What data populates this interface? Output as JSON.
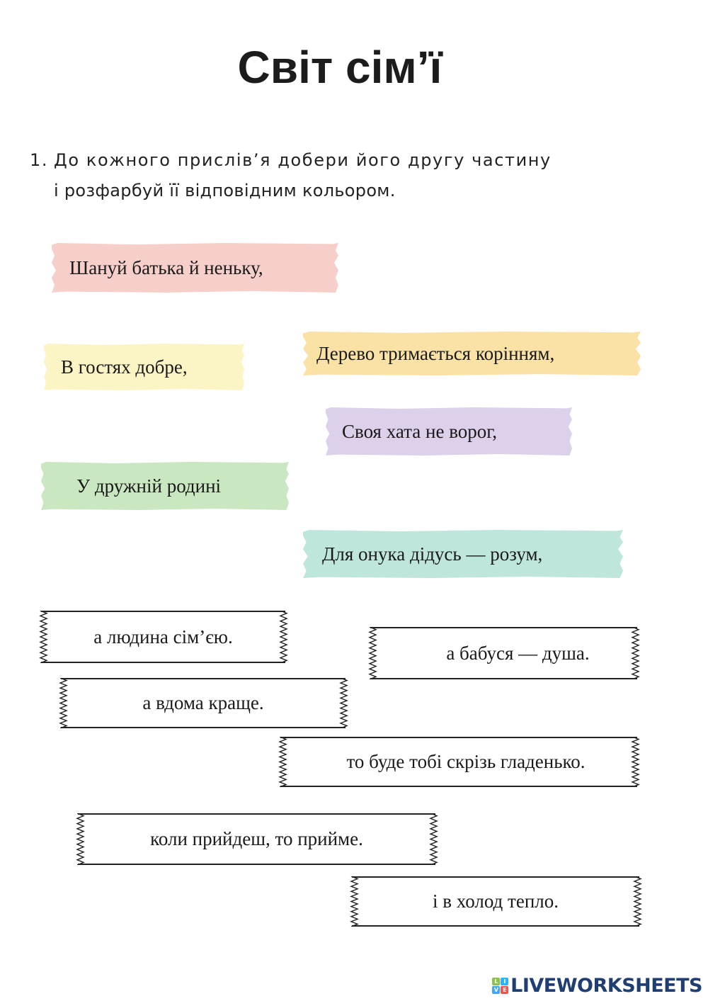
{
  "title": "Світ сім’ї",
  "task": {
    "number": "1.",
    "line1": "До кожного прислів’я добери його другу частину",
    "line2": "і розфарбуй її відповідним кольором."
  },
  "proverb_starts": [
    {
      "text": "Шануй батька й неньку,",
      "color": "#f6cfcb"
    },
    {
      "text": "В гостях добре,",
      "color": "#fbf5c6"
    },
    {
      "text": "Дерево тримається корінням,",
      "color": "#fae2a6"
    },
    {
      "text": "Своя хата не ворог,",
      "color": "#ddd0ea"
    },
    {
      "text": "У дружній родині",
      "color": "#c9e7c1"
    },
    {
      "text": "Для онука дідусь — розум,",
      "color": "#bfe6dc"
    }
  ],
  "proverb_endings": [
    {
      "text": "а людина сім’єю."
    },
    {
      "text": "а бабуся — душа."
    },
    {
      "text": "а вдома краще."
    },
    {
      "text": "то буде тобі скрізь гладенько."
    },
    {
      "text": "коли прийдеш, то прийме."
    },
    {
      "text": "і в холод тепло."
    }
  ],
  "logo": {
    "text": "LIVEWORKSHEETS",
    "letters": [
      "L",
      "I",
      "V",
      "E"
    ]
  }
}
